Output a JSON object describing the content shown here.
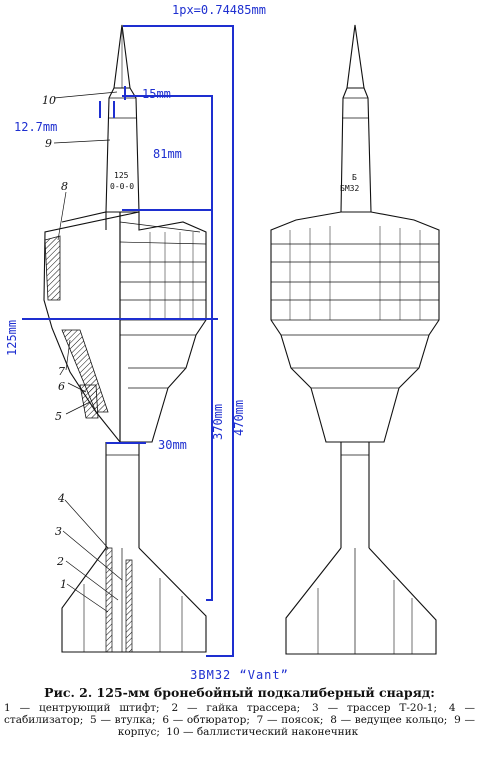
{
  "dimensions": {
    "scale": "1px=0.74485mm",
    "tip_diameter": "15mm",
    "tracer_diameter": "12.7mm",
    "body_length": "81mm",
    "caliber": "125mm",
    "rod_length": "370mm",
    "total_length": "470mm",
    "tail_diameter": "30mm"
  },
  "markings": {
    "left_line1": "125",
    "left_line2": "0-0-0",
    "right_line1": "Б",
    "right_line2": "БМ32"
  },
  "part_numbers": [
    "1",
    "2",
    "3",
    "4",
    "5",
    "6",
    "7",
    "8",
    "9",
    "10"
  ],
  "designation": "3BM32 “Vant”",
  "caption": {
    "title": "Рис. 2. 125-мм бронебойный подкалиберный снаряд:",
    "legend": [
      "1 — центрующий штифт;",
      "2 — гайка трассера;",
      "3 — трассер Т-20-1;",
      "4 — стабилизатор;",
      "5 — втулка;",
      "6 — обтюратор;",
      "7 — поясок;",
      "8 — ведущее кольцо;",
      "9 — корпус;",
      "10 — баллистический наконечник"
    ]
  },
  "colors": {
    "annotation": "#1e2fd0",
    "line": "#111111"
  }
}
